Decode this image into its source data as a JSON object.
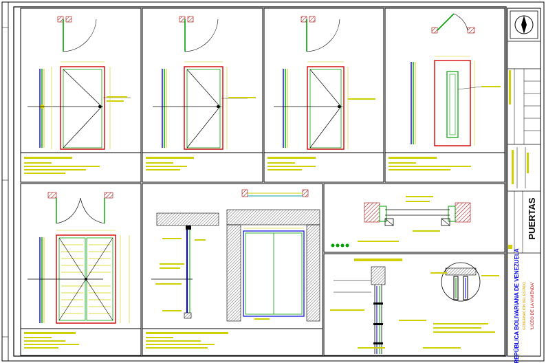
{
  "sheet": {
    "title_main": "PUERTAS",
    "republic": "REPÚBLICA BOLIVARIANA DE VENEZUELA",
    "sub1": "GOBERNACIÓN DEL ESTADO",
    "sub2": "\"LICEO DE LA VIVIENDA\""
  },
  "colors": {
    "frame": "#d00000",
    "jamb": "#0000e0",
    "leaf": "#00a000",
    "dim": "#d0d000",
    "line": "#000000",
    "wall": "#a00000"
  }
}
